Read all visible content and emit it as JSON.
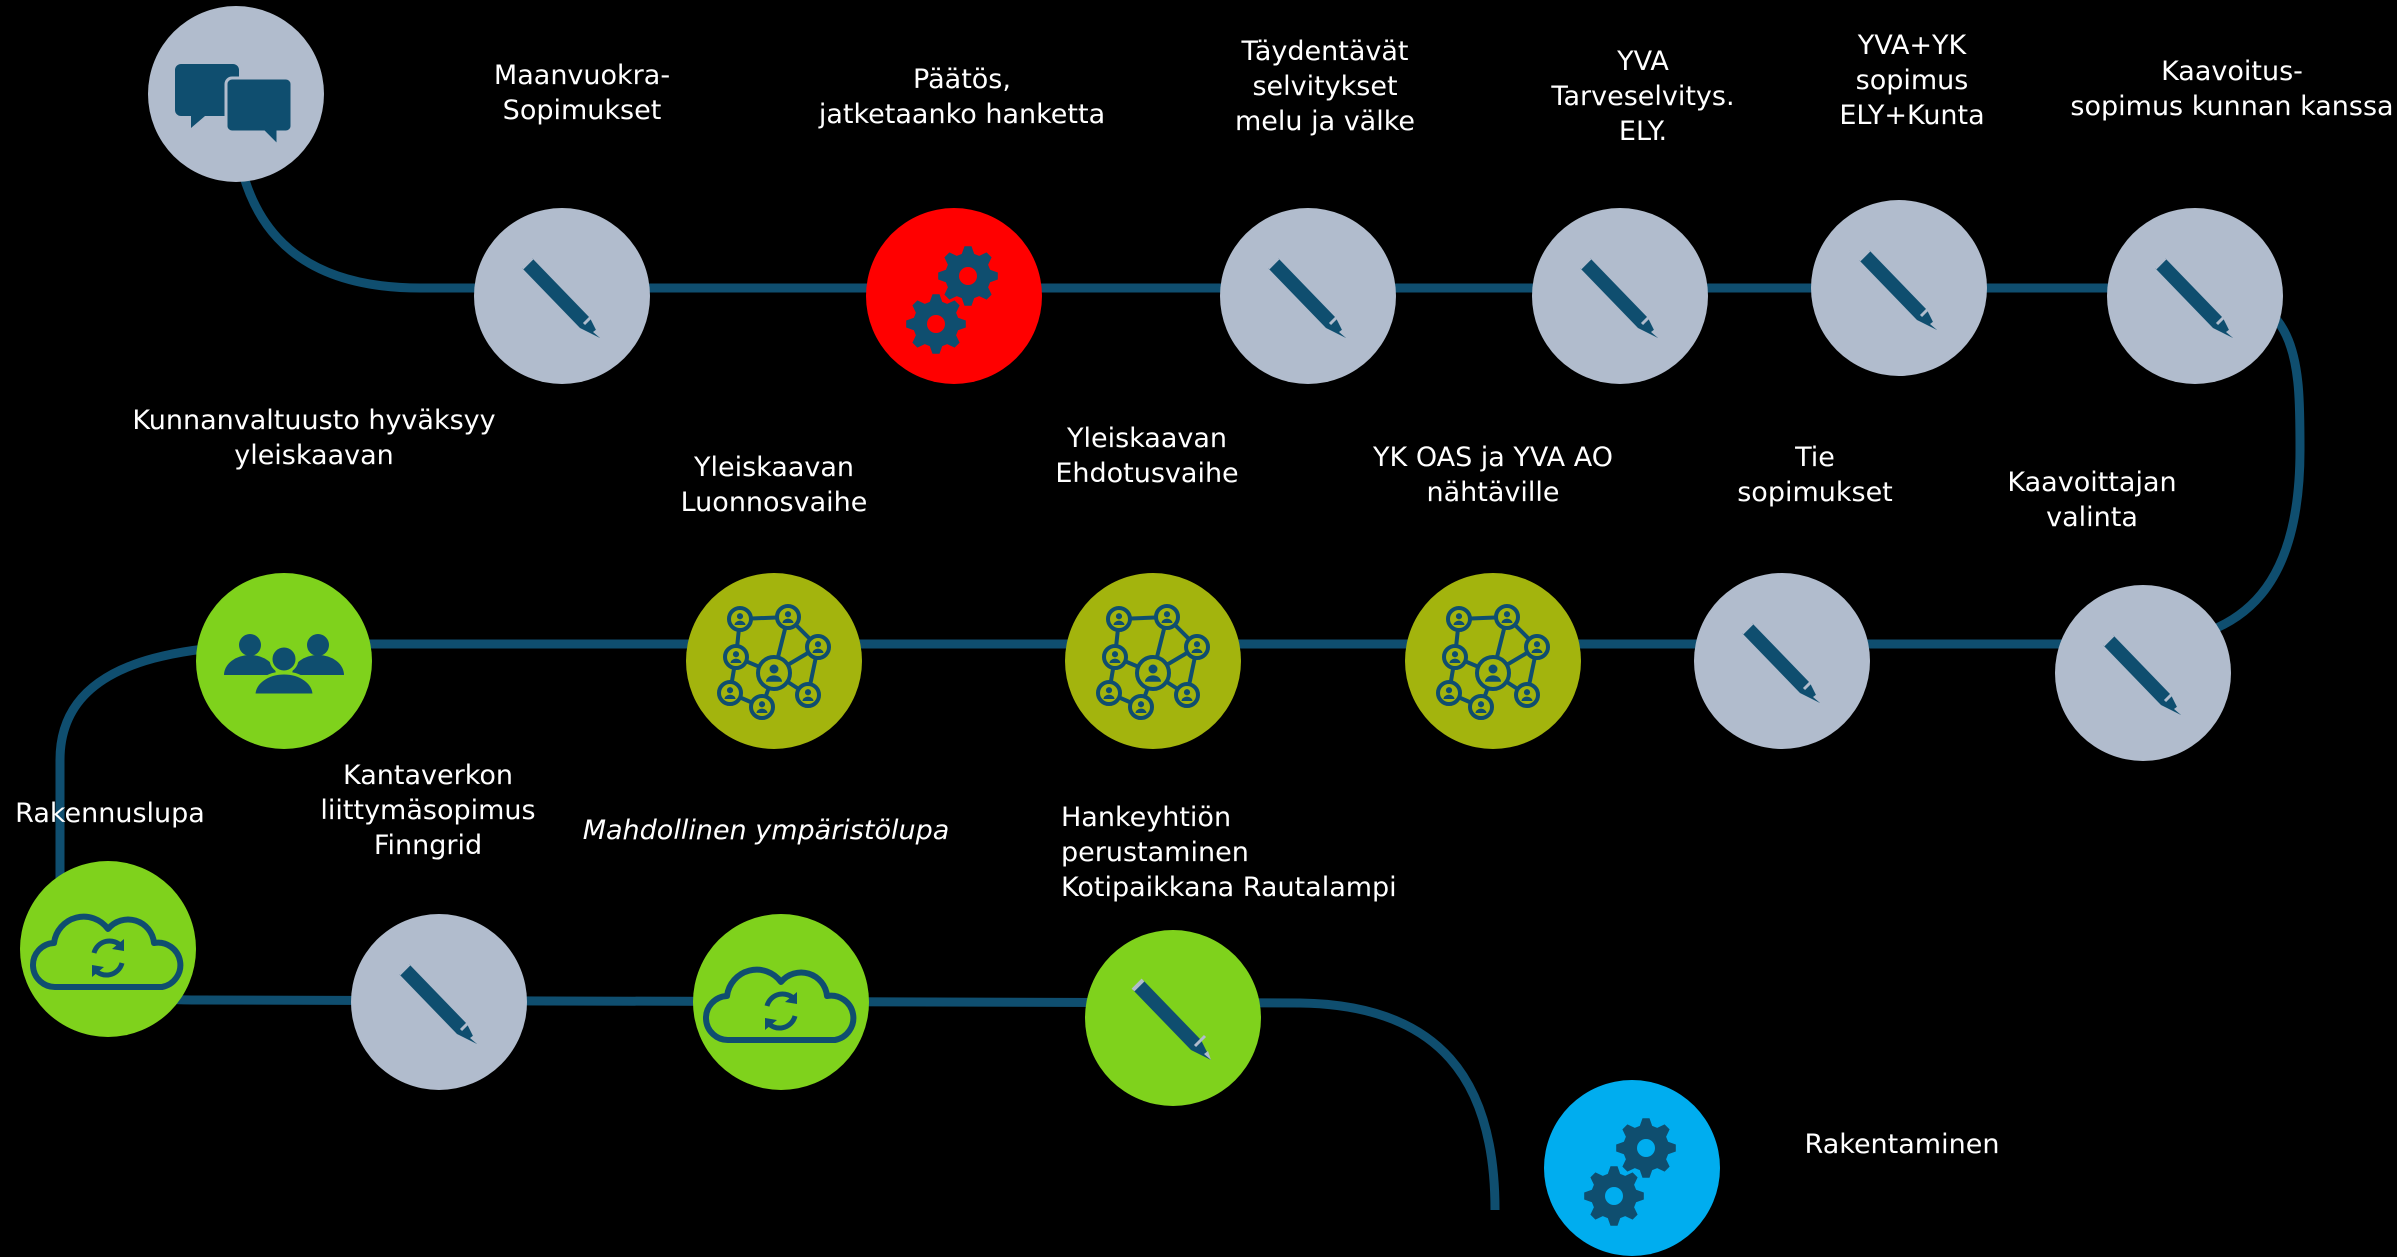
{
  "colors": {
    "background": "#000000",
    "path": "#0f4e6f",
    "grey": "#b1bccd",
    "red": "#ff0000",
    "green": "#7fd21c",
    "olive": "#a3b40d",
    "blue": "#00adef",
    "icon": "#0f4e6f"
  },
  "steps": [
    {
      "id": "start",
      "icon": "chat-icon",
      "color": "grey",
      "label": []
    },
    {
      "id": "maanvuokra",
      "icon": "pencil-icon",
      "color": "grey",
      "label": [
        "Maanvuokra-",
        "Sopimukset"
      ]
    },
    {
      "id": "paatos",
      "icon": "gears-icon",
      "color": "red",
      "label": [
        "Päätös,",
        "jatketaanko hanketta"
      ]
    },
    {
      "id": "taydentavat",
      "icon": "pencil-icon",
      "color": "grey",
      "label": [
        "Täydentävät",
        "selvitykset",
        "melu ja välke"
      ]
    },
    {
      "id": "yva-tarve",
      "icon": "pencil-icon",
      "color": "grey",
      "label": [
        "YVA",
        "Tarveselvitys.",
        "ELY."
      ]
    },
    {
      "id": "yva-yk",
      "icon": "pencil-icon",
      "color": "grey",
      "label": [
        "YVA+YK",
        "sopimus",
        "ELY+Kunta"
      ]
    },
    {
      "id": "kaavoitus",
      "icon": "pencil-icon",
      "color": "grey",
      "label": [
        "Kaavoitus-",
        "sopimus kunnan kanssa"
      ]
    },
    {
      "id": "kaavoittajan",
      "icon": "pencil-icon",
      "color": "grey",
      "label": [
        "Kaavoittajan",
        "valinta"
      ]
    },
    {
      "id": "tie",
      "icon": "pencil-icon",
      "color": "grey",
      "label": [
        "Tie",
        "sopimukset"
      ]
    },
    {
      "id": "yk-oas",
      "icon": "network-icon",
      "color": "olive",
      "label": [
        "YK OAS ja YVA AO",
        "nähtäville"
      ]
    },
    {
      "id": "ehdotus",
      "icon": "network-icon",
      "color": "olive",
      "label": [
        "Yleiskaavan",
        "Ehdotusvaihe"
      ]
    },
    {
      "id": "luonnos",
      "icon": "network-icon",
      "color": "olive",
      "label": [
        "Yleiskaavan",
        "Luonnosvaihe"
      ]
    },
    {
      "id": "valtuusto",
      "icon": "people-icon",
      "color": "green",
      "label": [
        "Kunnanvaltuusto hyväksyy",
        "yleiskaavan"
      ]
    },
    {
      "id": "rakennuslupa",
      "icon": "cloud-sync-icon",
      "color": "green",
      "label": [
        "Rakennuslupa"
      ]
    },
    {
      "id": "kantaverkko",
      "icon": "pencil-icon",
      "color": "grey",
      "label": [
        "Kantaverkon",
        "liittymäsopimus",
        "Finngrid"
      ]
    },
    {
      "id": "ymparistolupa",
      "icon": "cloud-sync-icon",
      "color": "green",
      "label": [
        "Mahdollinen ympäristölupa"
      ],
      "italic": true
    },
    {
      "id": "hankeyhtio",
      "icon": "pencil-icon",
      "color": "green",
      "label": [
        "Hankeyhtiön",
        "perustaminen",
        "Kotipaikkana  Rautalampi"
      ]
    },
    {
      "id": "rakentaminen",
      "icon": "gears-icon",
      "color": "blue",
      "label": [
        "Rakentaminen"
      ]
    }
  ]
}
